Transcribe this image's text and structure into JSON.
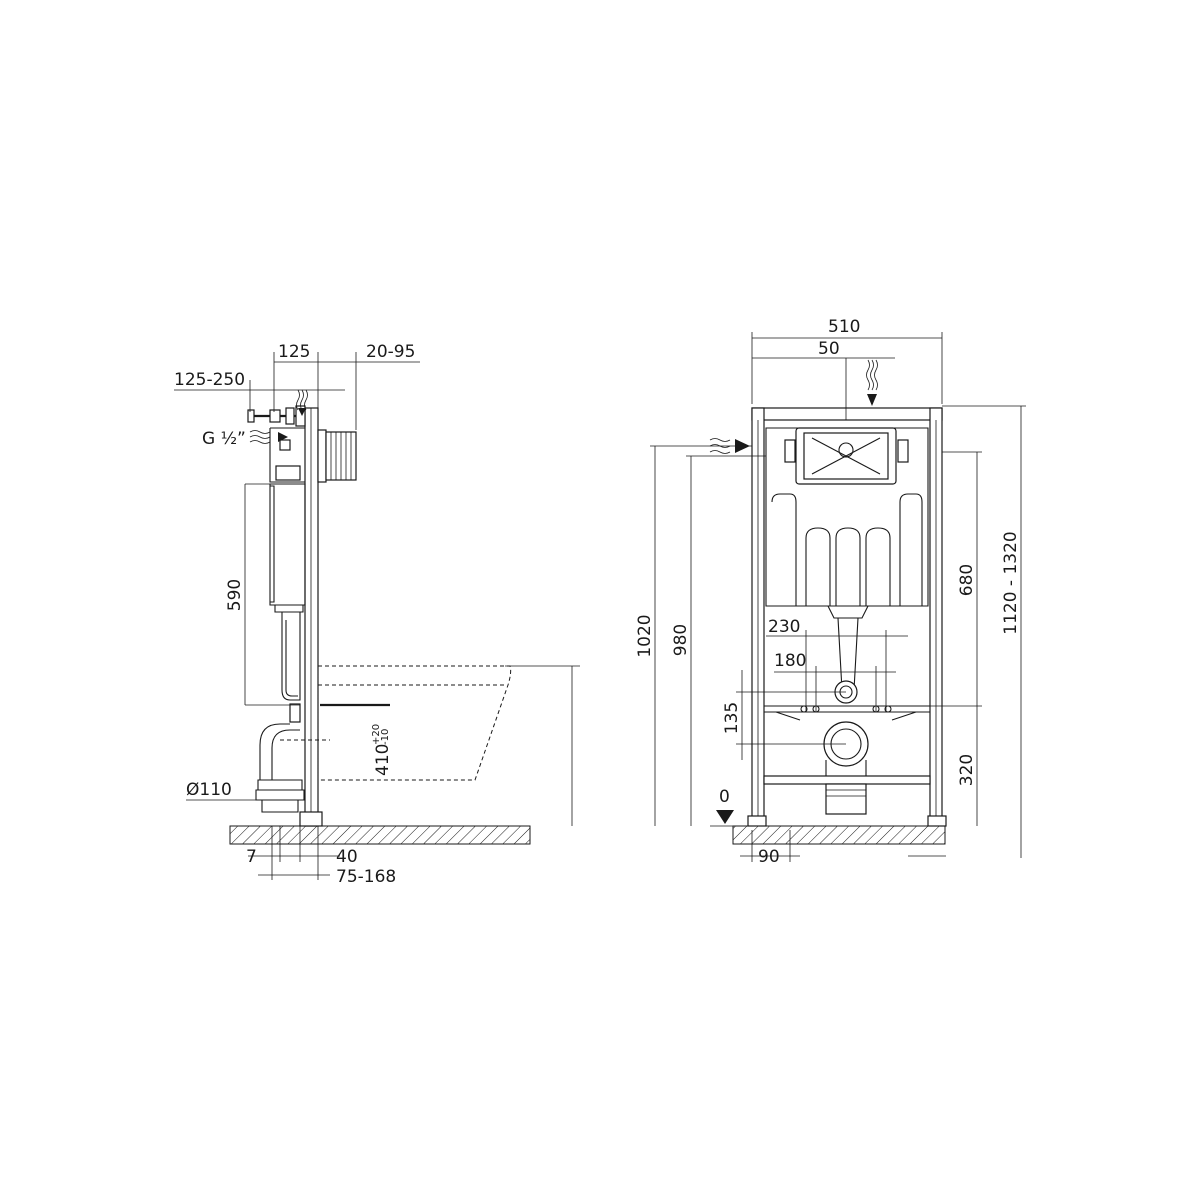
{
  "side_view": {
    "dim_125": "125",
    "dim_20_95": "20-95",
    "dim_125_250": "125-250",
    "label_g_half": "G ½”",
    "dim_590": "590",
    "dim_410": "410",
    "dim_410_tol_plus": "+20",
    "dim_410_tol_minus": "-10",
    "dim_d110": "Ø110",
    "dim_7": "7",
    "dim_40": "40",
    "dim_75_168": "75-168"
  },
  "front_view": {
    "dim_510": "510",
    "dim_50": "50",
    "dim_1020": "1020",
    "dim_980": "980",
    "dim_680": "680",
    "dim_1120_1320": "1120 - 1320",
    "dim_230": "230",
    "dim_180": "180",
    "dim_135": "135",
    "dim_320": "320",
    "label_zero": "0",
    "dim_90": "90"
  }
}
